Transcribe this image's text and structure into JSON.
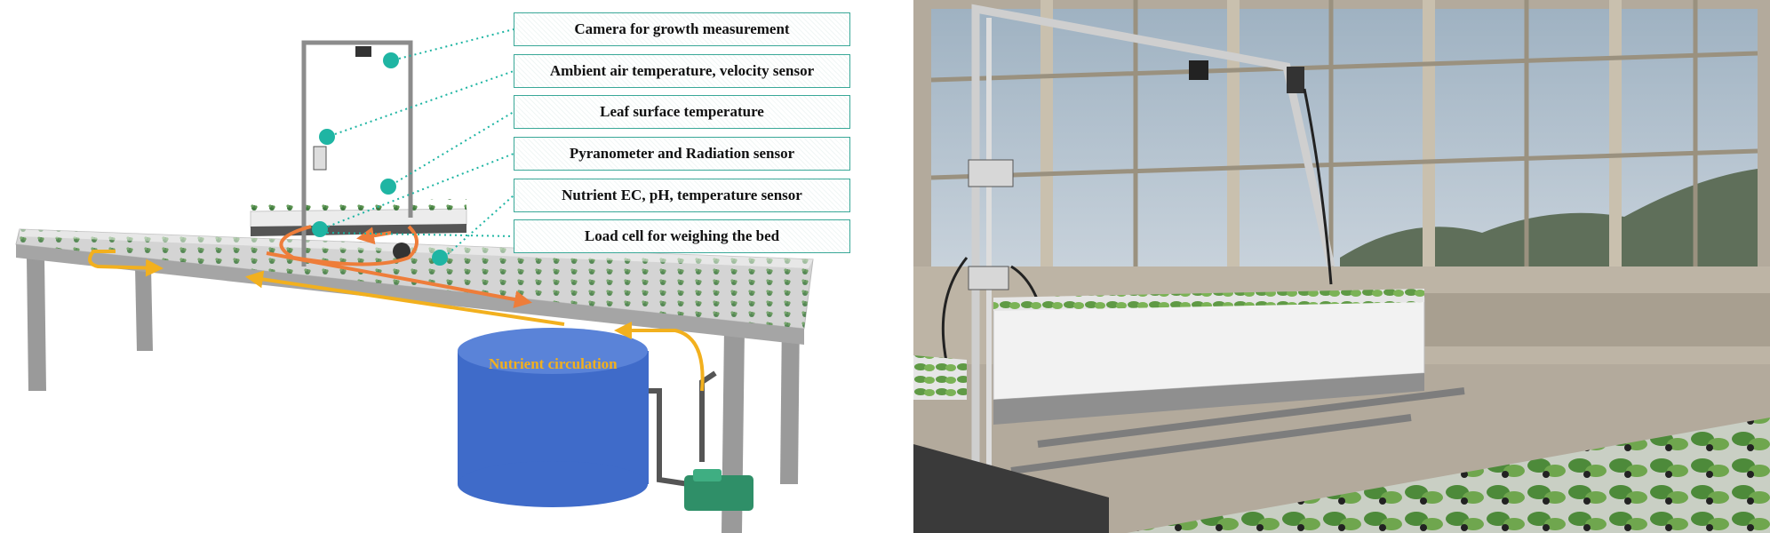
{
  "labels": [
    "Camera for growth measurement",
    "Ambient air temperature, velocity sensor",
    "Leaf surface temperature",
    "Pyranometer and Radiation sensor",
    "Nutrient EC, pH, temperature sensor",
    "Load cell for weighing the bed"
  ],
  "circulation_label": "Nutrient circulation",
  "colors": {
    "leader": "#1fb5a3",
    "circulation_arrow": "#f2b01e",
    "flow_arrow": "#ee7d3a",
    "tank": "#3f6bc9",
    "pump": "#2f8f68",
    "frame": "#8c8c8c"
  }
}
